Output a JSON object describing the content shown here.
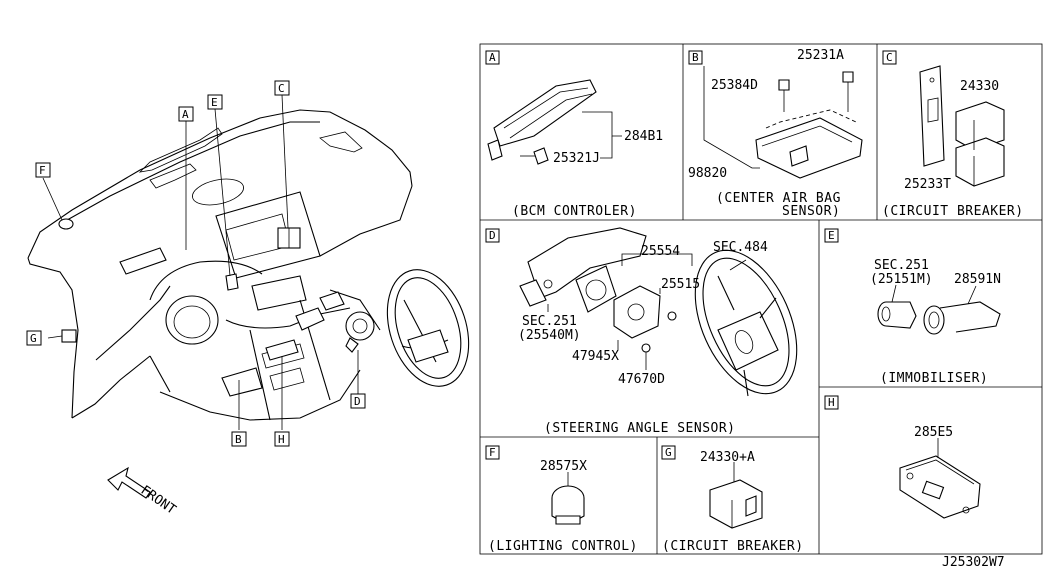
{
  "diagram_code": "J25302W7",
  "front_label": "FRONT",
  "overview_callouts": {
    "A": "A",
    "B": "B",
    "C": "C",
    "D": "D",
    "E": "E",
    "F": "F",
    "G": "G",
    "H": "H"
  },
  "panels": {
    "A": {
      "letter": "A",
      "caption": "(BCM CONTROLER)",
      "parts": [
        "284B1",
        "25321J"
      ]
    },
    "B": {
      "letter": "B",
      "caption_line1": "(CENTER AIR BAG",
      "caption_line2": "SENSOR)",
      "parts": [
        "25231A",
        "25384D",
        "98820"
      ]
    },
    "C": {
      "letter": "C",
      "caption": "(CIRCUIT BREAKER)",
      "parts": [
        "24330",
        "25233T"
      ]
    },
    "D": {
      "letter": "D",
      "caption": "(STEERING ANGLE SENSOR)",
      "parts": [
        "25554",
        "SEC.484",
        "25515",
        "SEC.251",
        "(25540M)",
        "47945X",
        "47670D"
      ]
    },
    "E": {
      "letter": "E",
      "caption": "(IMMOBILISER)",
      "parts": [
        "SEC.251",
        "(25151M)",
        "28591N"
      ]
    },
    "F": {
      "letter": "F",
      "caption": "(LIGHTING CONTROL)",
      "parts": [
        "28575X"
      ]
    },
    "G": {
      "letter": "G",
      "caption": "(CIRCUIT BREAKER)",
      "parts": [
        "24330+A"
      ]
    },
    "H": {
      "letter": "H",
      "parts": [
        "285E5"
      ]
    }
  }
}
